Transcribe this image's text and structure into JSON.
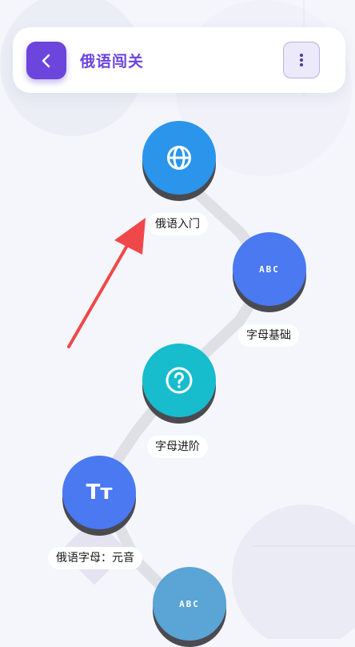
{
  "header": {
    "back_icon": "chevron-left-icon",
    "title": "俄语闯关",
    "more_icon": "more-vertical-icon"
  },
  "colors": {
    "accent": "#6c45dd",
    "level1": "#2a95ea",
    "level2": "#4a79f1",
    "level3": "#17bccd",
    "level4": "#4a79f1",
    "level5": "#5aa4d6",
    "arrow": "#f0484a"
  },
  "levels": [
    {
      "label": "俄语入门",
      "icon": "globe-icon"
    },
    {
      "label": "字母基础",
      "icon": "abc-icon",
      "icon_text": "ABC"
    },
    {
      "label": "字母进阶",
      "icon": "question-icon"
    },
    {
      "label": "俄语字母：元音",
      "icon": "text-size-icon",
      "icon_text": "Tт"
    },
    {
      "label": "",
      "icon": "abc-icon",
      "icon_text": "ABC"
    }
  ]
}
